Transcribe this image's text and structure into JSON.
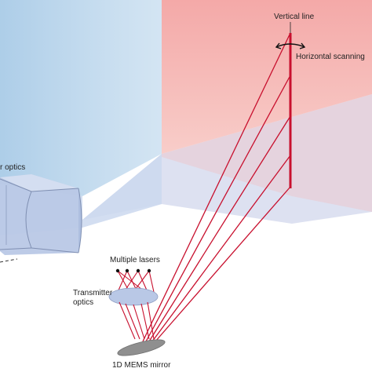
{
  "labels": {
    "vertical_line": "Vertical line",
    "horizontal_scanning": "Horizontal scanning",
    "receiver_optics_partial": "r optics",
    "multiple_lasers": "Multiple lasers",
    "transmitter_optics_line1": "Transmitter",
    "transmitter_optics_line2": "optics",
    "mems_mirror": "1D MEMS mirror"
  },
  "colors": {
    "scan_plane": "#f6b9b7",
    "floor_plane": "#d9def0",
    "receiver_fov": "#a9cbe7",
    "laser_beam": "#c8102e",
    "receiver_box": "#b9c8e6",
    "mirror": "#8f8f8f"
  }
}
